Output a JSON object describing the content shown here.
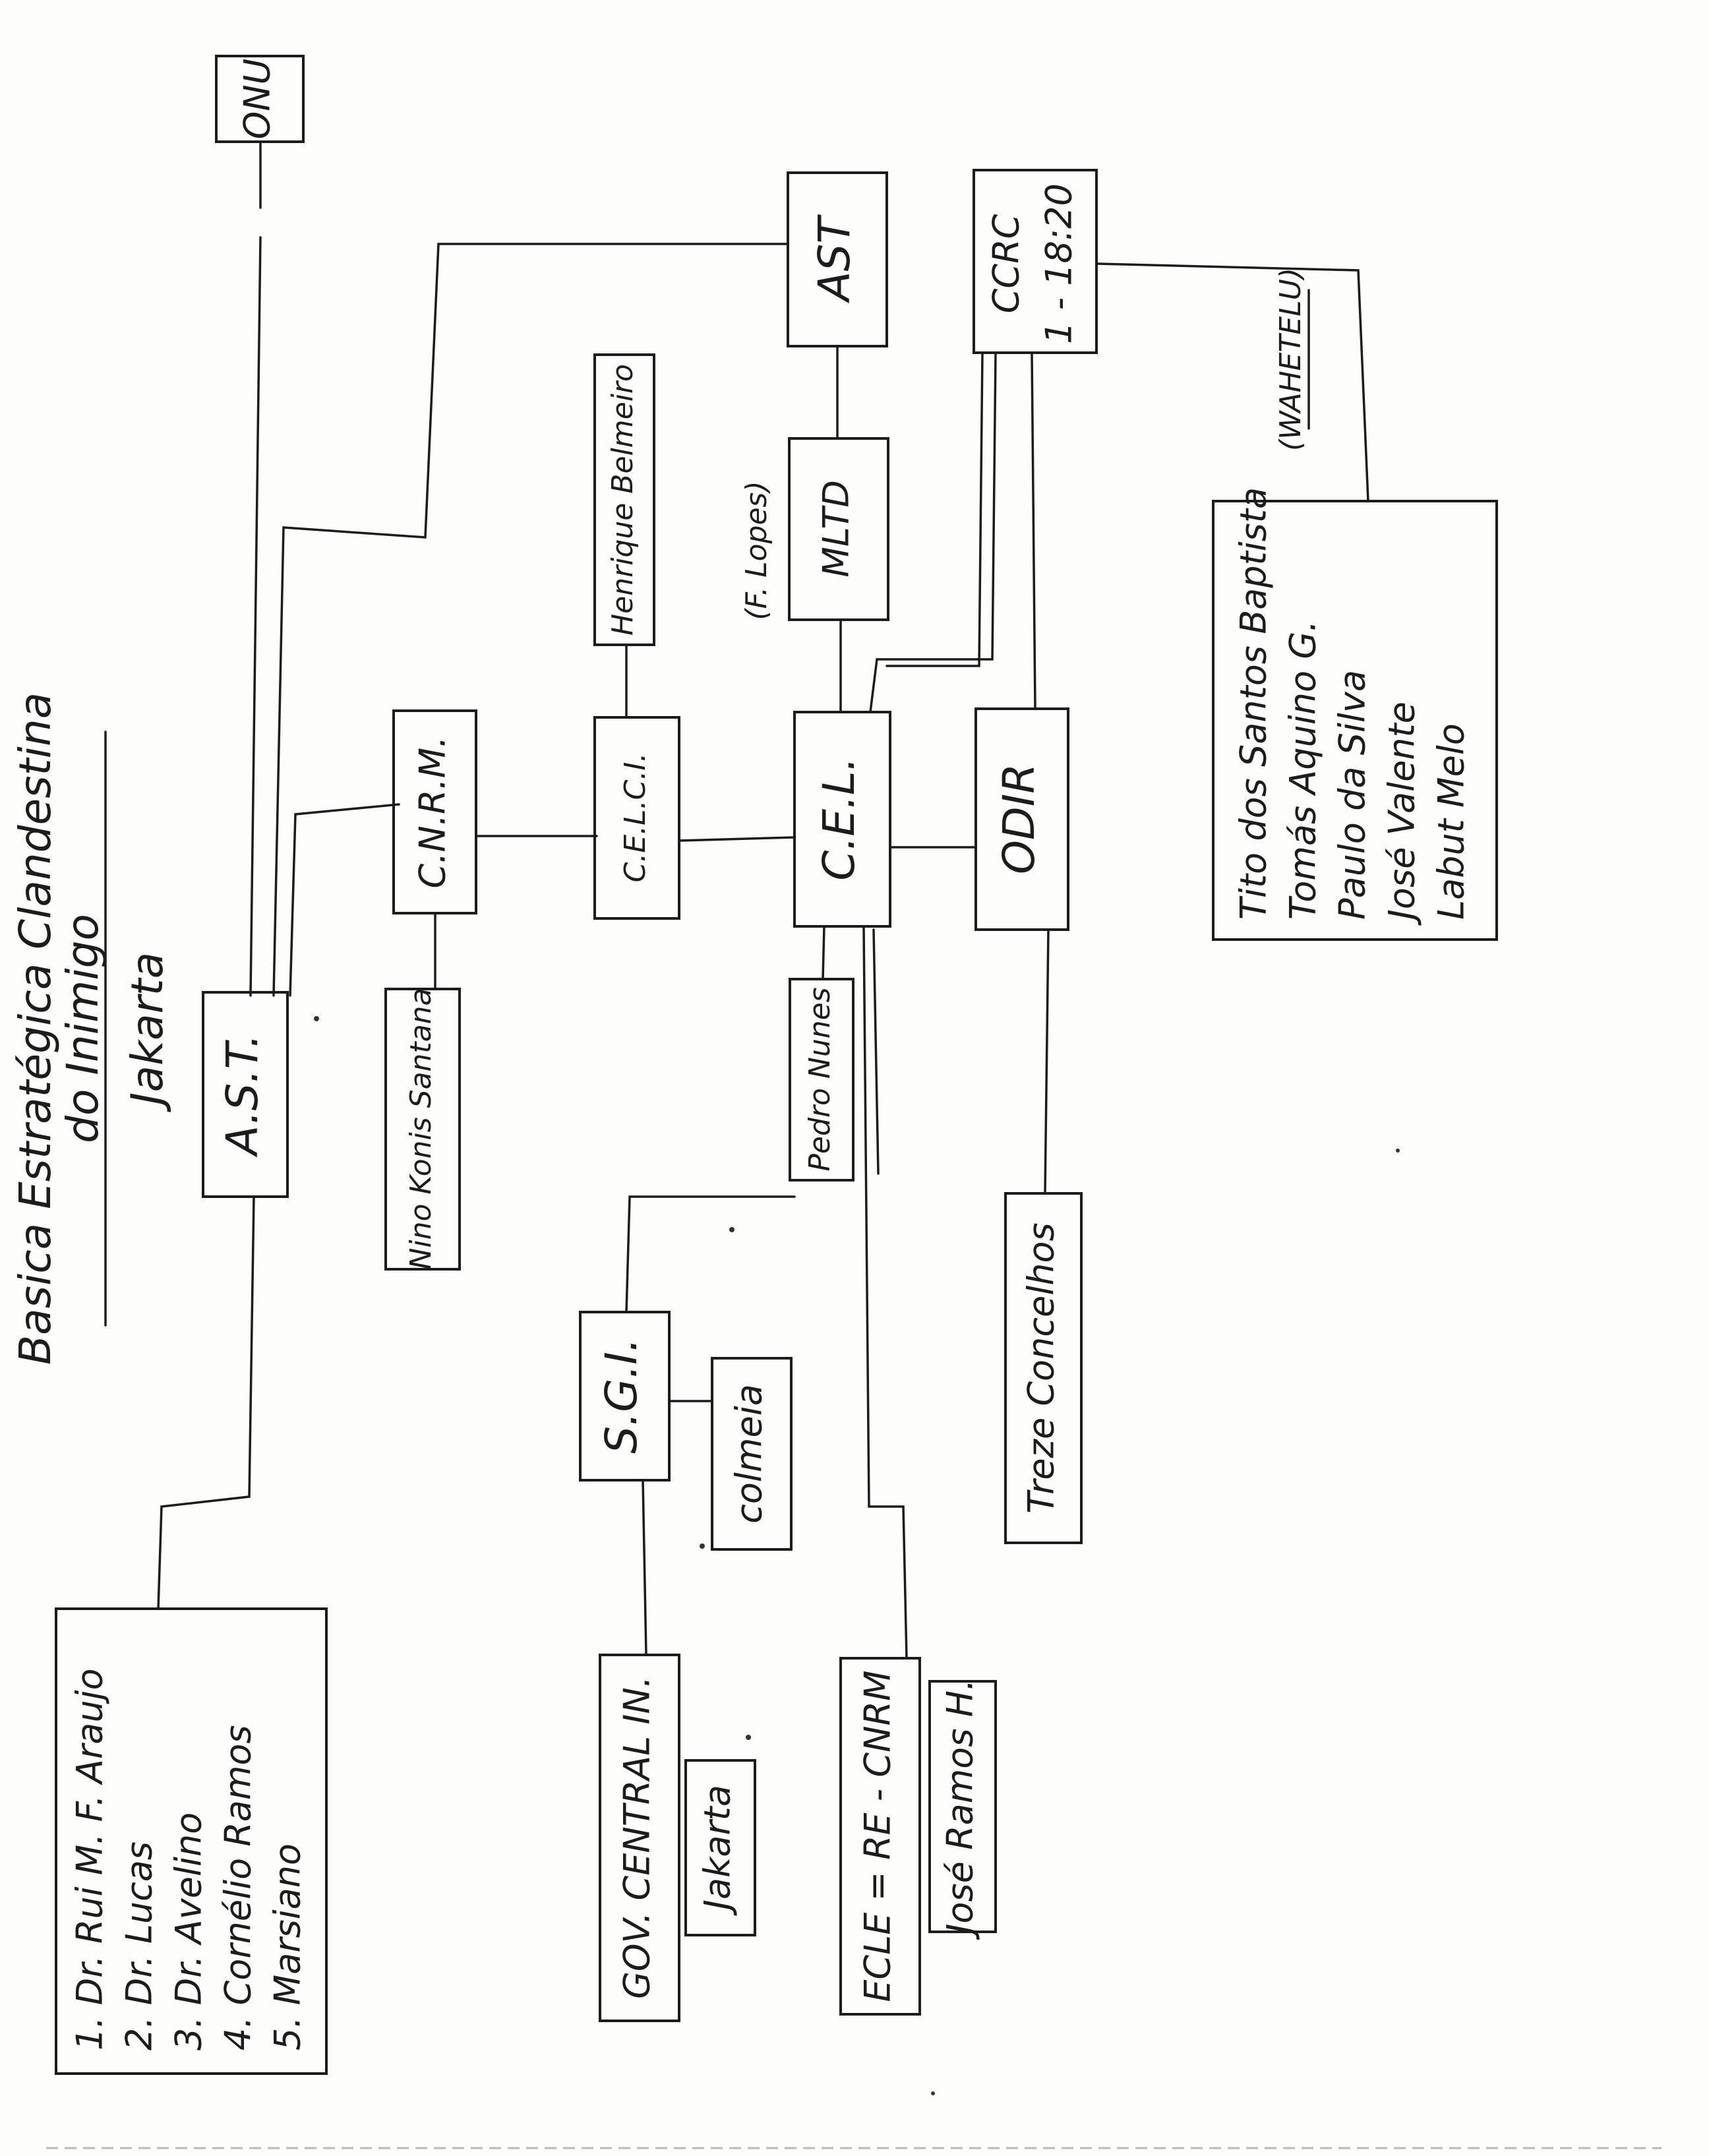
{
  "title": {
    "line1": "Basica Estratégica Clandestina",
    "line2": "do Inimigo",
    "line3": "Jakarta"
  },
  "nodes": {
    "onu": "ONU",
    "ast_top": "AST",
    "ccrc_line1": "CCRC",
    "ccrc_line2": "1 - 18:20",
    "henrique": "Henrique Belmeiro",
    "f_lopes": "(F. Lopes)",
    "mltd": "MLTD",
    "wahetelu": "(WAHETELU)",
    "cnrm": "C.N.R.M.",
    "celci": "C.E.L.C.I.",
    "cel": "C.E.L.",
    "odir": "ODIR",
    "ast": "A.S.T.",
    "nino": "Nino Konis Santana",
    "pedro": "Pedro Nunes",
    "treze": "Treze Concelhos",
    "sgi": "S.G.I.",
    "colmeia": "colmeia",
    "gov_central": "GOV. CENTRAL IN.",
    "gov_jakarta": "Jakarta",
    "ecle": "ECLE = RE - CNRM",
    "jose_ramos": "José Ramos H."
  },
  "lists": {
    "members_right": [
      "Tito dos Santos Baptista",
      "Tomás Aquino G.",
      "Paulo da Silva",
      "José Valente",
      "Labut Melo"
    ],
    "members_left": [
      "1. Dr. Rui M. F. Araujo",
      "2. Dr. Lucas",
      "3. Dr. Avelino",
      "4. Cornélio Ramos",
      "5. Marsiano"
    ]
  }
}
